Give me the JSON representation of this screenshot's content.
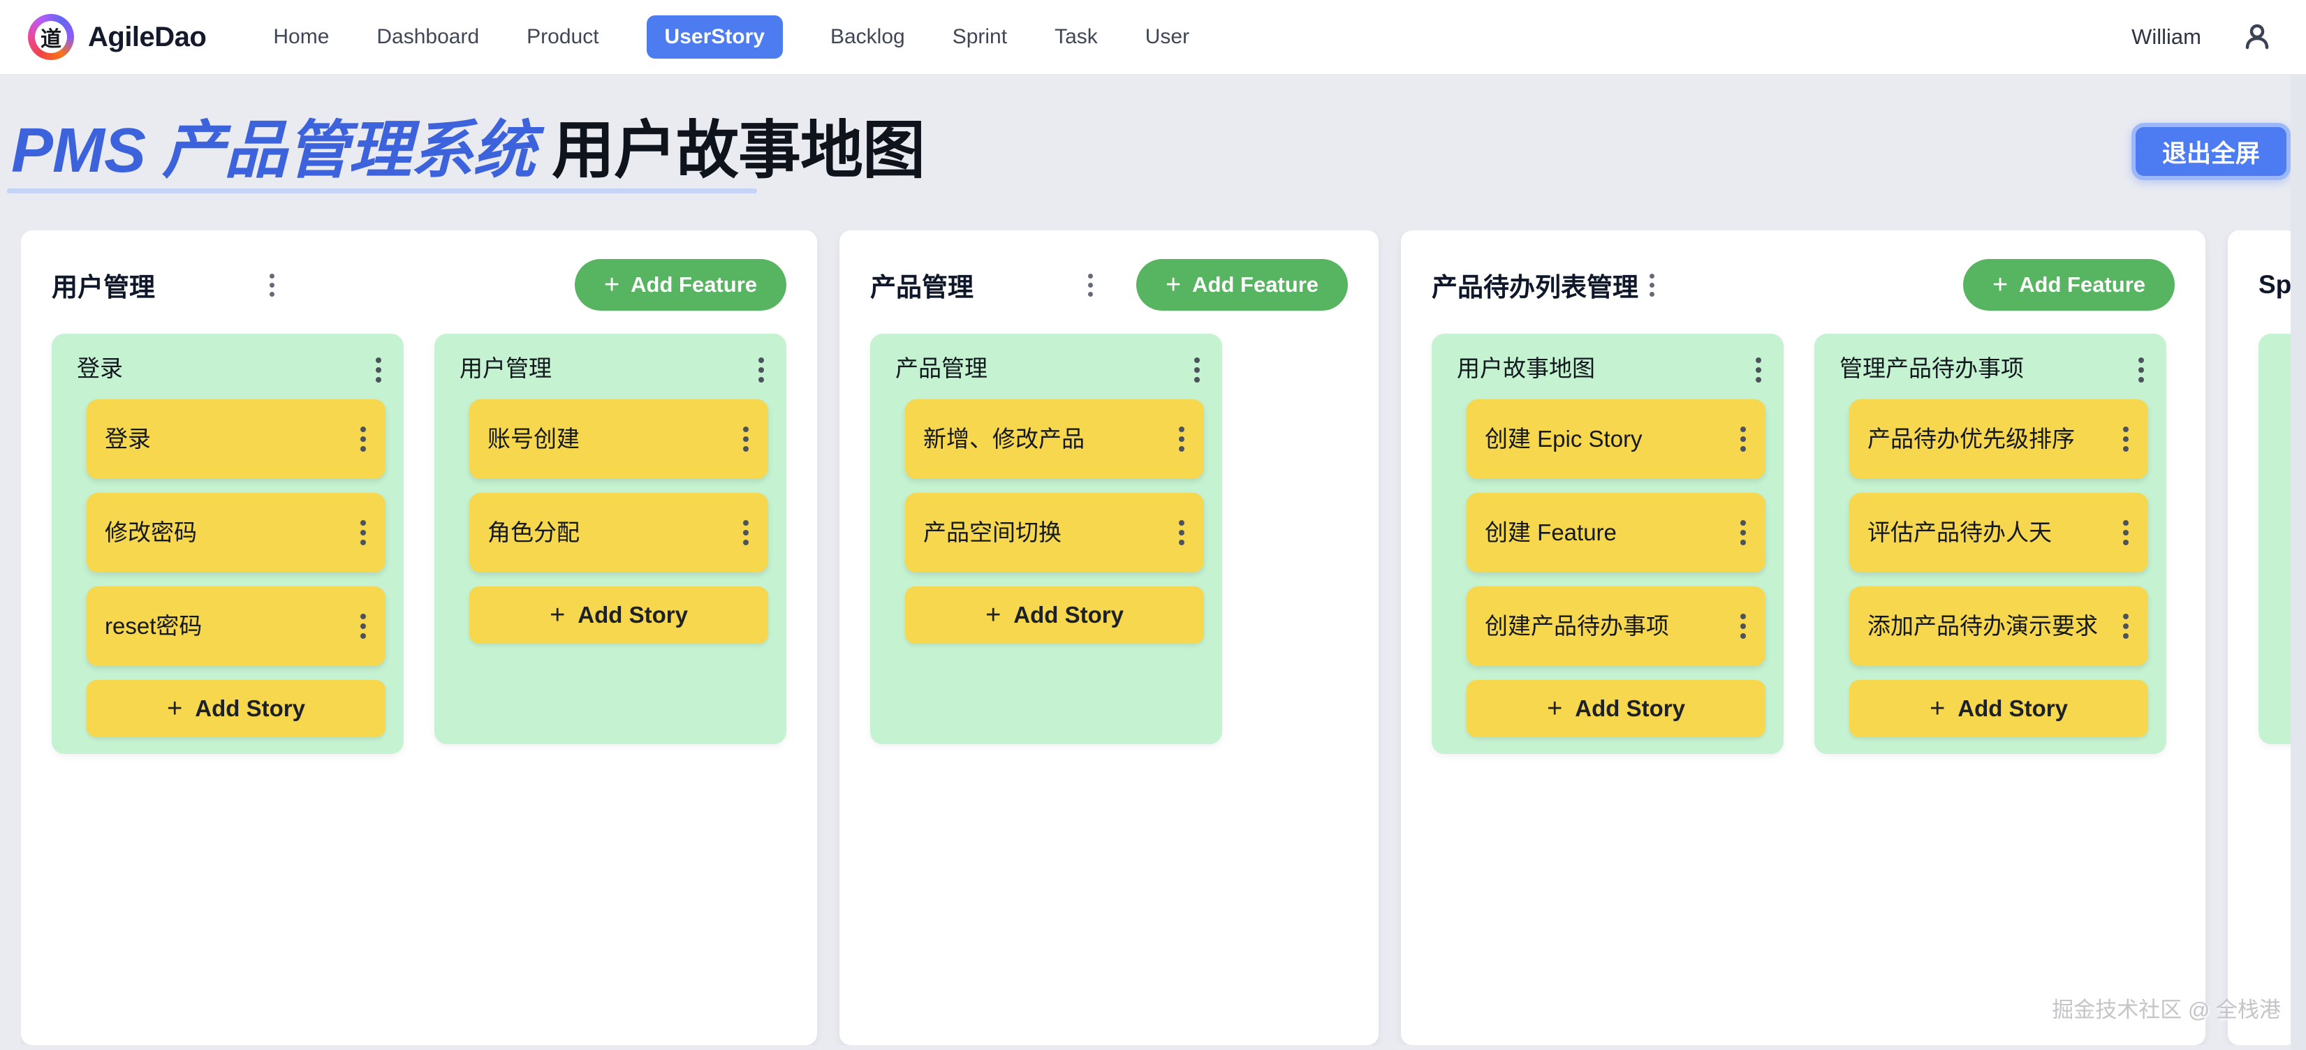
{
  "nav": {
    "brand": "AgileDao",
    "logo_char": "道",
    "items": [
      {
        "label": "Home",
        "active": false
      },
      {
        "label": "Dashboard",
        "active": false
      },
      {
        "label": "Product",
        "active": false
      },
      {
        "label": "UserStory",
        "active": true
      },
      {
        "label": "Backlog",
        "active": false
      },
      {
        "label": "Sprint",
        "active": false
      },
      {
        "label": "Task",
        "active": false
      },
      {
        "label": "User",
        "active": false
      }
    ],
    "user": "William"
  },
  "header": {
    "title_primary": "PMS 产品管理系统",
    "title_secondary": "用户故事地图",
    "exit_fullscreen_label": "退出全屏"
  },
  "board": {
    "plus": "+",
    "add_feature_label": "Add Feature",
    "add_story_label": "Add Story",
    "epics": [
      {
        "title": "用户管理",
        "features": [
          {
            "title": "登录",
            "stories": [
              "登录",
              "修改密码",
              "reset密码"
            ]
          },
          {
            "title": "用户管理",
            "stories": [
              "账号创建",
              "角色分配"
            ]
          }
        ]
      },
      {
        "title": "产品管理",
        "features": [
          {
            "title": "产品管理",
            "stories": [
              "新增、修改产品",
              "产品空间切换"
            ]
          }
        ]
      },
      {
        "title": "产品待办列表管理",
        "features": [
          {
            "title": "用户故事地图",
            "stories": [
              "创建 Epic Story",
              "创建 Feature",
              "创建产品待办事项"
            ]
          },
          {
            "title": "管理产品待办事项",
            "stories": [
              "产品待办优先级排序",
              "评估产品待办人天",
              "添加产品待办演示要求"
            ]
          }
        ]
      },
      {
        "title": "Sp",
        "partial": true,
        "features": [
          {
            "title": "",
            "stories": []
          }
        ]
      }
    ]
  },
  "watermark": "掘金技术社区 @ 全栈港",
  "colors": {
    "page_bg": "#e9ebf1",
    "accent_blue": "#4d7cf2",
    "title_blue": "#3d63dc",
    "nav_active_blue": "#4d7bf0",
    "feature_green_bg": "#c5f2d1",
    "add_feature_green": "#57b460",
    "story_yellow": "#f6d74d"
  }
}
